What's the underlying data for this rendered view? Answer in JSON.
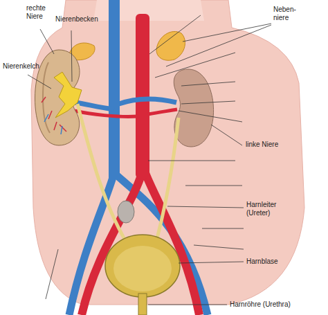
{
  "diagram": {
    "labels": [
      "rechte Niere",
      "Nierenbecken",
      "Neben- niere",
      "Nierenkelch",
      "linke Niere",
      "Harnleiter (Ureter)",
      "Harnblase",
      "Harnröhre (Urethra)"
    ]
  }
}
